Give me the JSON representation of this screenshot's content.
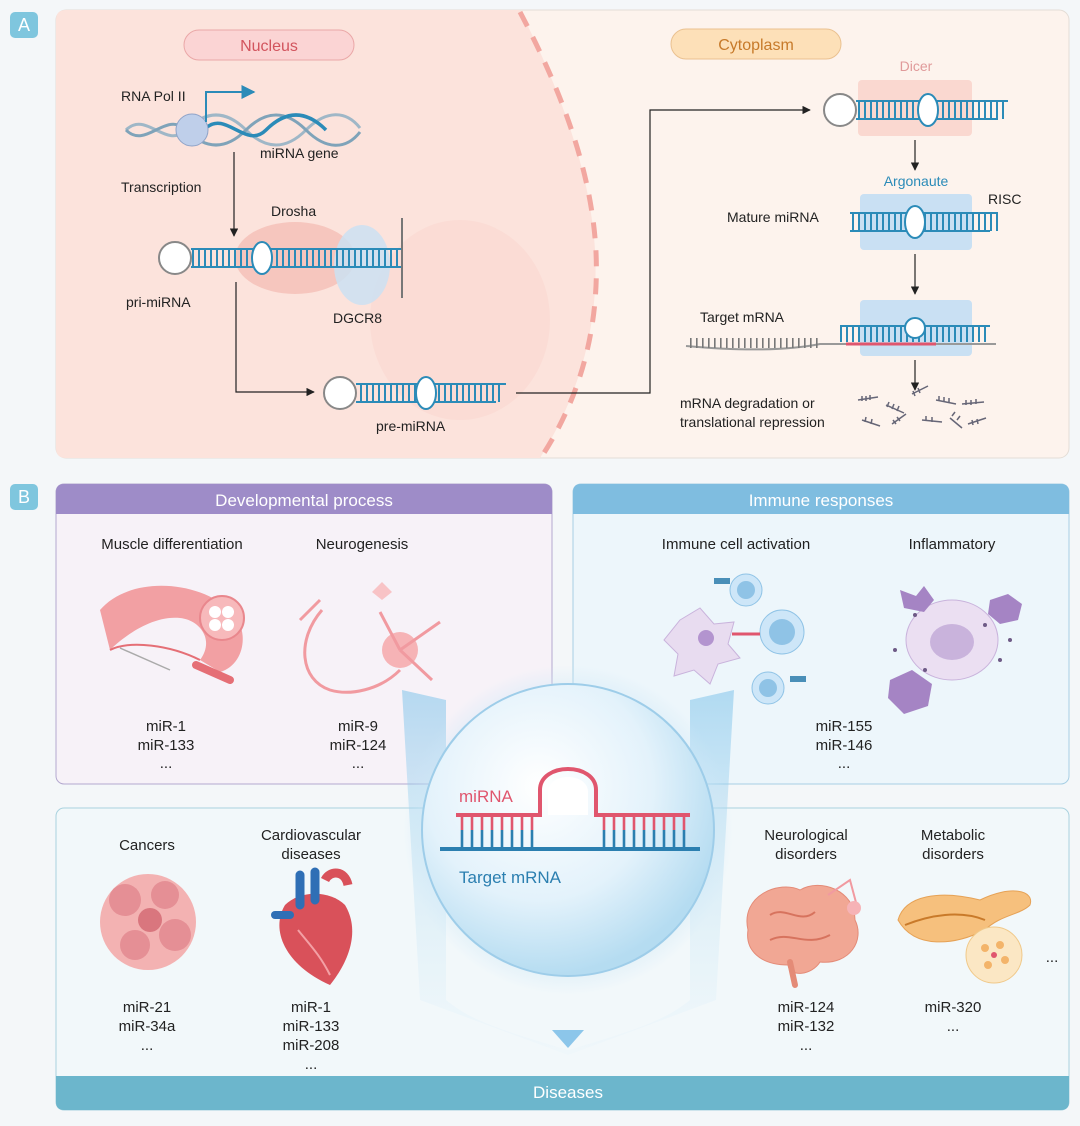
{
  "panel_a": {
    "letter": "A",
    "nucleus_label": "Nucleus",
    "cytoplasm_label": "Cytoplasm",
    "rna_pol": "RNA Pol II",
    "mirna_gene": "miRNA gene",
    "transcription": "Transcription",
    "drosha": "Drosha",
    "pri_mirna": "pri-miRNA",
    "dgcr8": "DGCR8",
    "pre_mirna": "pre-miRNA",
    "dicer": "Dicer",
    "argonaute": "Argonaute",
    "risc": "RISC",
    "mature_mirna": "Mature miRNA",
    "target_mrna": "Target mRNA",
    "degradation_line1": "mRNA degradation or",
    "degradation_line2": "translational repression"
  },
  "panel_b": {
    "letter": "B",
    "developmental": {
      "header": "Developmental process",
      "muscle": {
        "title": "Muscle differentiation",
        "mirnas": [
          "miR-1",
          "miR-133",
          "..."
        ]
      },
      "neuro": {
        "title": "Neurogenesis",
        "mirnas": [
          "miR-9",
          "miR-124",
          "..."
        ]
      }
    },
    "immune": {
      "header": "Immune responses",
      "activation": {
        "title": "Immune cell activation"
      },
      "inflammatory": {
        "title": "Inflammatory"
      },
      "mirnas": [
        "miR-155",
        "miR-146",
        "..."
      ]
    },
    "center": {
      "mirna_label": "miRNA",
      "target_label": "Target mRNA"
    },
    "diseases": {
      "footer": "Diseases",
      "cancers": {
        "title": "Cancers",
        "mirnas": [
          "miR-21",
          "miR-34a",
          "..."
        ]
      },
      "cardio": {
        "title_line1": "Cardiovascular",
        "title_line2": "diseases",
        "mirnas": [
          "miR-1",
          "miR-133",
          "miR-208",
          "..."
        ]
      },
      "neuro": {
        "title_line1": "Neurological",
        "title_line2": "disorders",
        "mirnas": [
          "miR-124",
          "miR-132",
          "..."
        ]
      },
      "metabolic": {
        "title_line1": "Metabolic",
        "title_line2": "disorders",
        "mirnas": [
          "miR-320",
          "..."
        ]
      },
      "more": "..."
    }
  },
  "colors": {
    "nucleus_bg": "#fde9df",
    "nucleus_pill": "#fbd4d4",
    "cytoplasm_pill": "#fde0b8",
    "dev_header": "#9e8cc8",
    "immune_header": "#7fbde0",
    "disease_footer": "#6cb6cc",
    "rna_blue": "#2b8bb8",
    "rna_red": "#e0566e"
  }
}
